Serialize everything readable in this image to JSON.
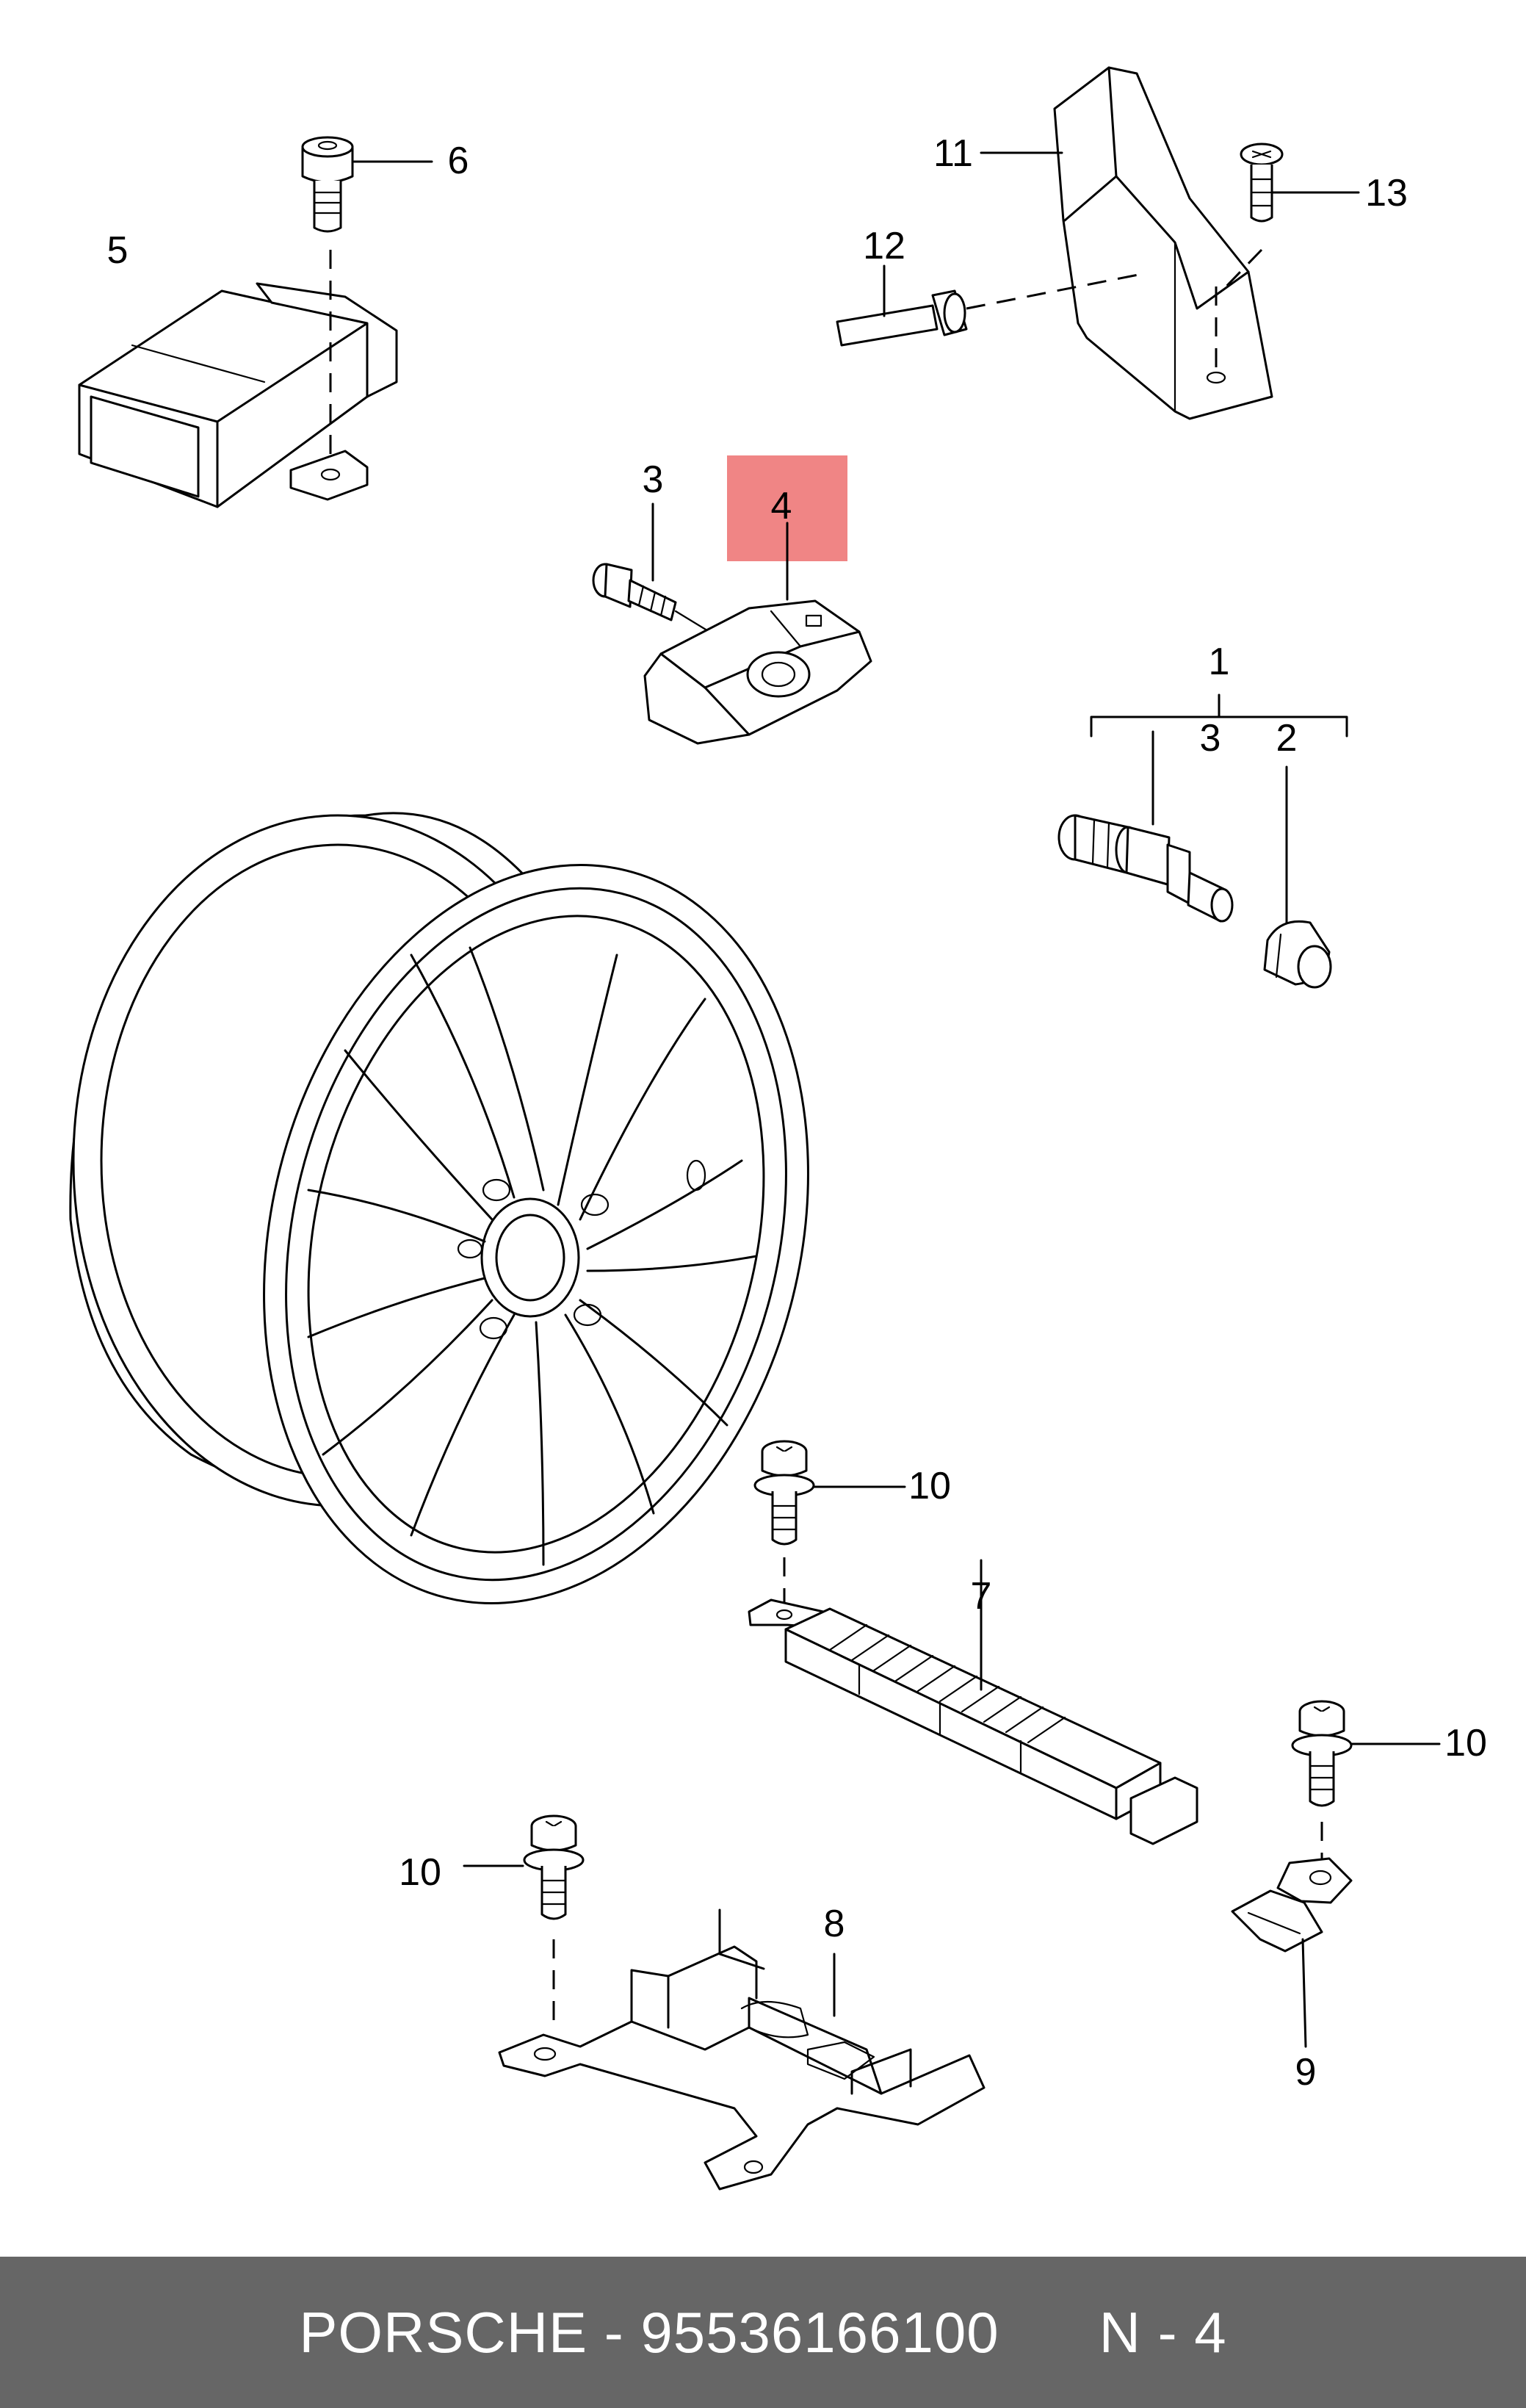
{
  "diagram": {
    "callouts": [
      {
        "id": "1",
        "label": "1"
      },
      {
        "id": "2",
        "label": "2"
      },
      {
        "id": "3a",
        "label": "3"
      },
      {
        "id": "3b",
        "label": "3"
      },
      {
        "id": "4",
        "label": "4"
      },
      {
        "id": "5",
        "label": "5"
      },
      {
        "id": "6",
        "label": "6"
      },
      {
        "id": "7",
        "label": "7"
      },
      {
        "id": "8",
        "label": "8"
      },
      {
        "id": "9",
        "label": "9"
      },
      {
        "id": "10a",
        "label": "10"
      },
      {
        "id": "10b",
        "label": "10"
      },
      {
        "id": "10c",
        "label": "10"
      },
      {
        "id": "11",
        "label": "11"
      },
      {
        "id": "12",
        "label": "12"
      },
      {
        "id": "13",
        "label": "13"
      }
    ],
    "highlight_color": "#f08585",
    "highlighted_part": "4"
  },
  "footer": {
    "brand": "PORSCHE",
    "separator": "-",
    "part_number": "95536166100",
    "page_ref": "N - 4",
    "background": "#666666"
  }
}
